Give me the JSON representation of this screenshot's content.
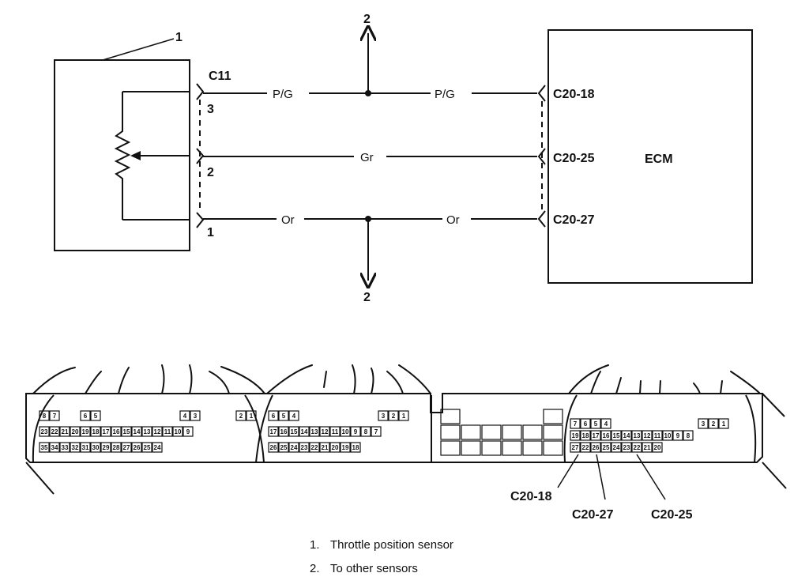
{
  "labels": {
    "callout_sensor": "1",
    "callout_other_top": "2",
    "callout_other_bottom": "2",
    "sensor_connector": "C11",
    "pin3": "3",
    "pin2": "2",
    "pin1": "1",
    "ecm": "ECM",
    "wire_pg_left": "P/G",
    "wire_pg_right": "P/G",
    "wire_gr": "Gr",
    "wire_or_left": "Or",
    "wire_or_right": "Or",
    "term_18": "C20-18",
    "term_25": "C20-25",
    "term_27": "C20-27"
  },
  "connector_callouts": [
    "C20-18",
    "C20-27",
    "C20-25"
  ],
  "connector_pins": {
    "block1_top": [
      "8",
      "7",
      "6",
      "5",
      "4",
      "3",
      "2",
      "1"
    ],
    "block1_mid": [
      "23",
      "22",
      "21",
      "20",
      "19",
      "18",
      "17",
      "16",
      "15",
      "14",
      "13",
      "12",
      "11",
      "10",
      "9"
    ],
    "block1_bot": [
      "35",
      "34",
      "33",
      "32",
      "31",
      "30",
      "29",
      "28",
      "27",
      "26",
      "25",
      "24"
    ],
    "block2_top": [
      "6",
      "5",
      "4",
      "3",
      "2",
      "1"
    ],
    "block2_mid": [
      "17",
      "16",
      "15",
      "14",
      "13",
      "12",
      "11",
      "10",
      "9",
      "8",
      "7"
    ],
    "block2_bot": [
      "26",
      "25",
      "24",
      "23",
      "22",
      "21",
      "20",
      "19",
      "18"
    ],
    "block3_top": [
      "7",
      "6",
      "5",
      "4",
      "3",
      "2",
      "1"
    ],
    "block3_mid": [
      "19",
      "18",
      "17",
      "16",
      "15",
      "14",
      "13",
      "12",
      "11",
      "10",
      "9",
      "8"
    ],
    "block3_bot": [
      "27",
      "22",
      "26",
      "25",
      "24",
      "23",
      "22",
      "21",
      "20"
    ]
  },
  "legend": [
    {
      "num": "1.",
      "text": "Throttle position sensor"
    },
    {
      "num": "2.",
      "text": "To other sensors"
    }
  ]
}
